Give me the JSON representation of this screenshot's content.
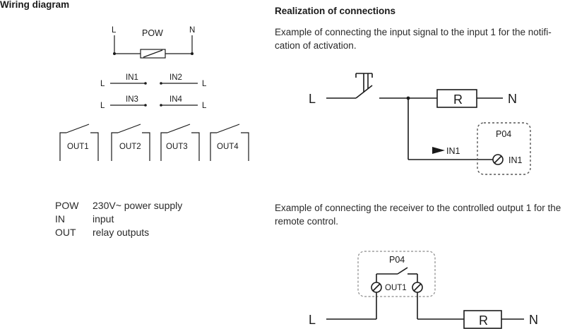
{
  "left_heading": "Wiring diagram",
  "right_heading": "Realization of connections",
  "example1_text": "Example of connecting the input signal to the input 1 for the notifi-cation of activation.",
  "example2_text": "Example of connecting the receiver to the controlled output 1 for the remote control.",
  "wiring": {
    "pow_label": "POW",
    "l_label": "L",
    "n_label": "N",
    "inputs": [
      "IN1",
      "IN2",
      "IN3",
      "IN4"
    ],
    "outputs": [
      "OUT1",
      "OUT2",
      "OUT3",
      "OUT4"
    ]
  },
  "legend": [
    {
      "abbr": "POW",
      "desc": "230V~ power supply"
    },
    {
      "abbr": "IN",
      "desc": "input"
    },
    {
      "abbr": "OUT",
      "desc": "relay outputs"
    }
  ],
  "diagram1": {
    "l_label": "L",
    "n_label": "N",
    "resistor_label": "R",
    "device_label": "P04",
    "signal_label": "IN1",
    "terminal_label": "IN1"
  },
  "diagram2": {
    "l_label": "L",
    "n_label": "N",
    "resistor_label": "R",
    "device_label": "P04",
    "terminal_label": "OUT1"
  }
}
